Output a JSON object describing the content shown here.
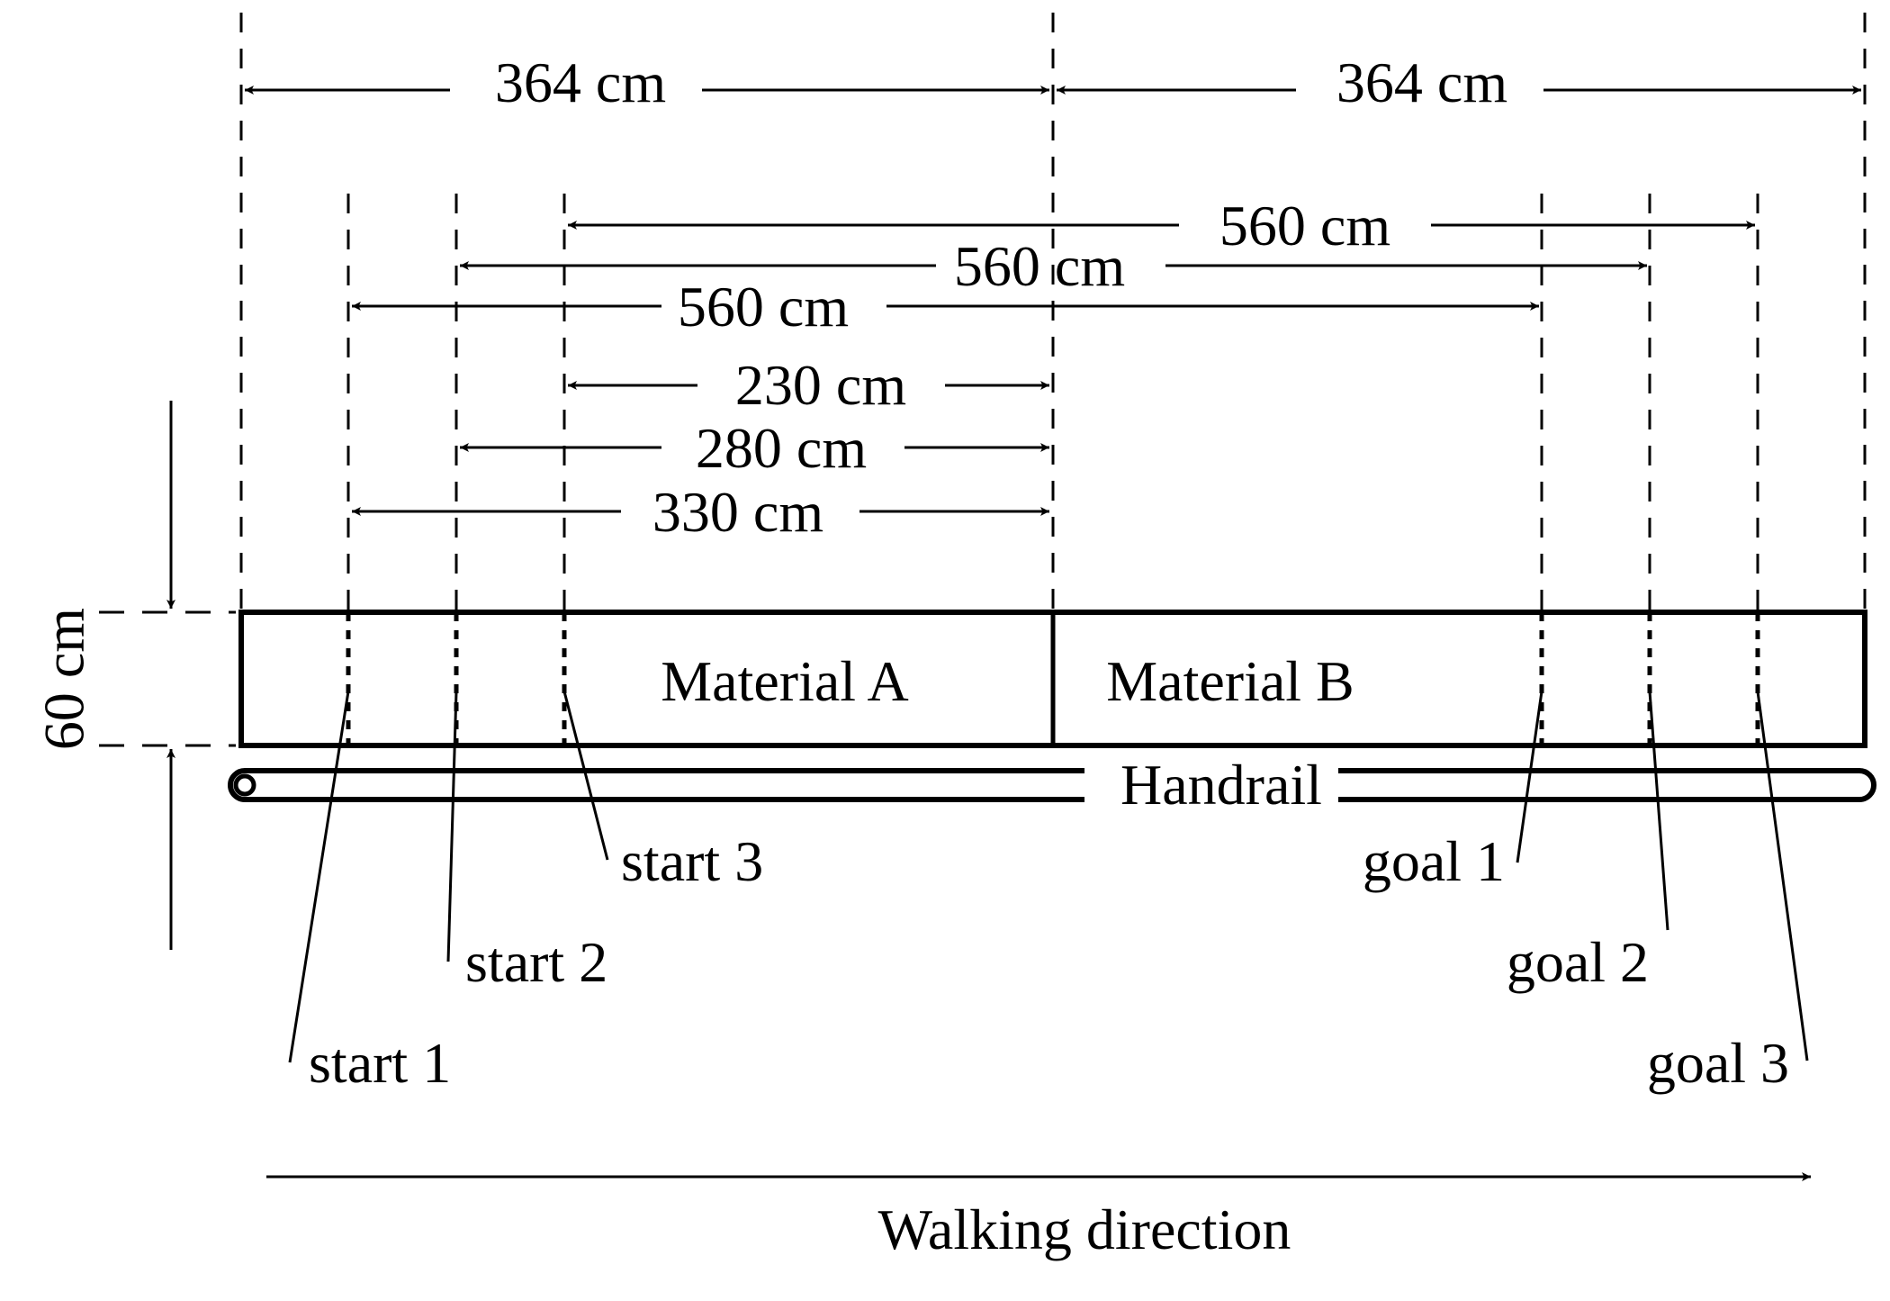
{
  "dimensions": {
    "half_left": "364 cm",
    "half_right": "364 cm",
    "span_3": "560 cm",
    "span_2": "560 cm",
    "span_1": "560 cm",
    "dist_3": "230 cm",
    "dist_2": "280 cm",
    "dist_1": "330 cm",
    "width": "60 cm"
  },
  "regions": {
    "material_a": "Material A",
    "material_b": "Material B",
    "handrail": "Handrail"
  },
  "markers": {
    "start_1": "start 1",
    "start_2": "start 2",
    "start_3": "start 3",
    "goal_1": "goal 1",
    "goal_2": "goal 2",
    "goal_3": "goal 3"
  },
  "direction": "Walking direction"
}
